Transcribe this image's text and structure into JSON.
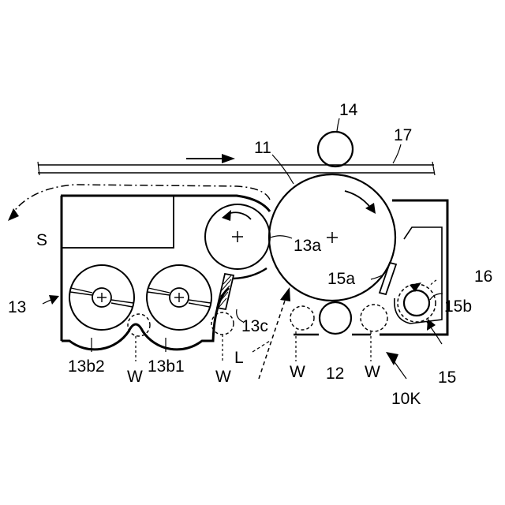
{
  "labels": {
    "drum": "11",
    "charging_roller": "14",
    "belt": "17",
    "developing_sleeve": "13a",
    "unit_13": "13",
    "paddle_2": "13b2",
    "paddle_1": "13b1",
    "blade_13c": "13c",
    "cleaning_blade": "15a",
    "collection_16": "16",
    "screw_15b": "15b",
    "cleaner_15": "15",
    "transfer_roller": "12",
    "w1": "W",
    "w2": "W",
    "w3": "W",
    "w4": "W",
    "light": "L",
    "sheet": "S",
    "station": "10K"
  }
}
